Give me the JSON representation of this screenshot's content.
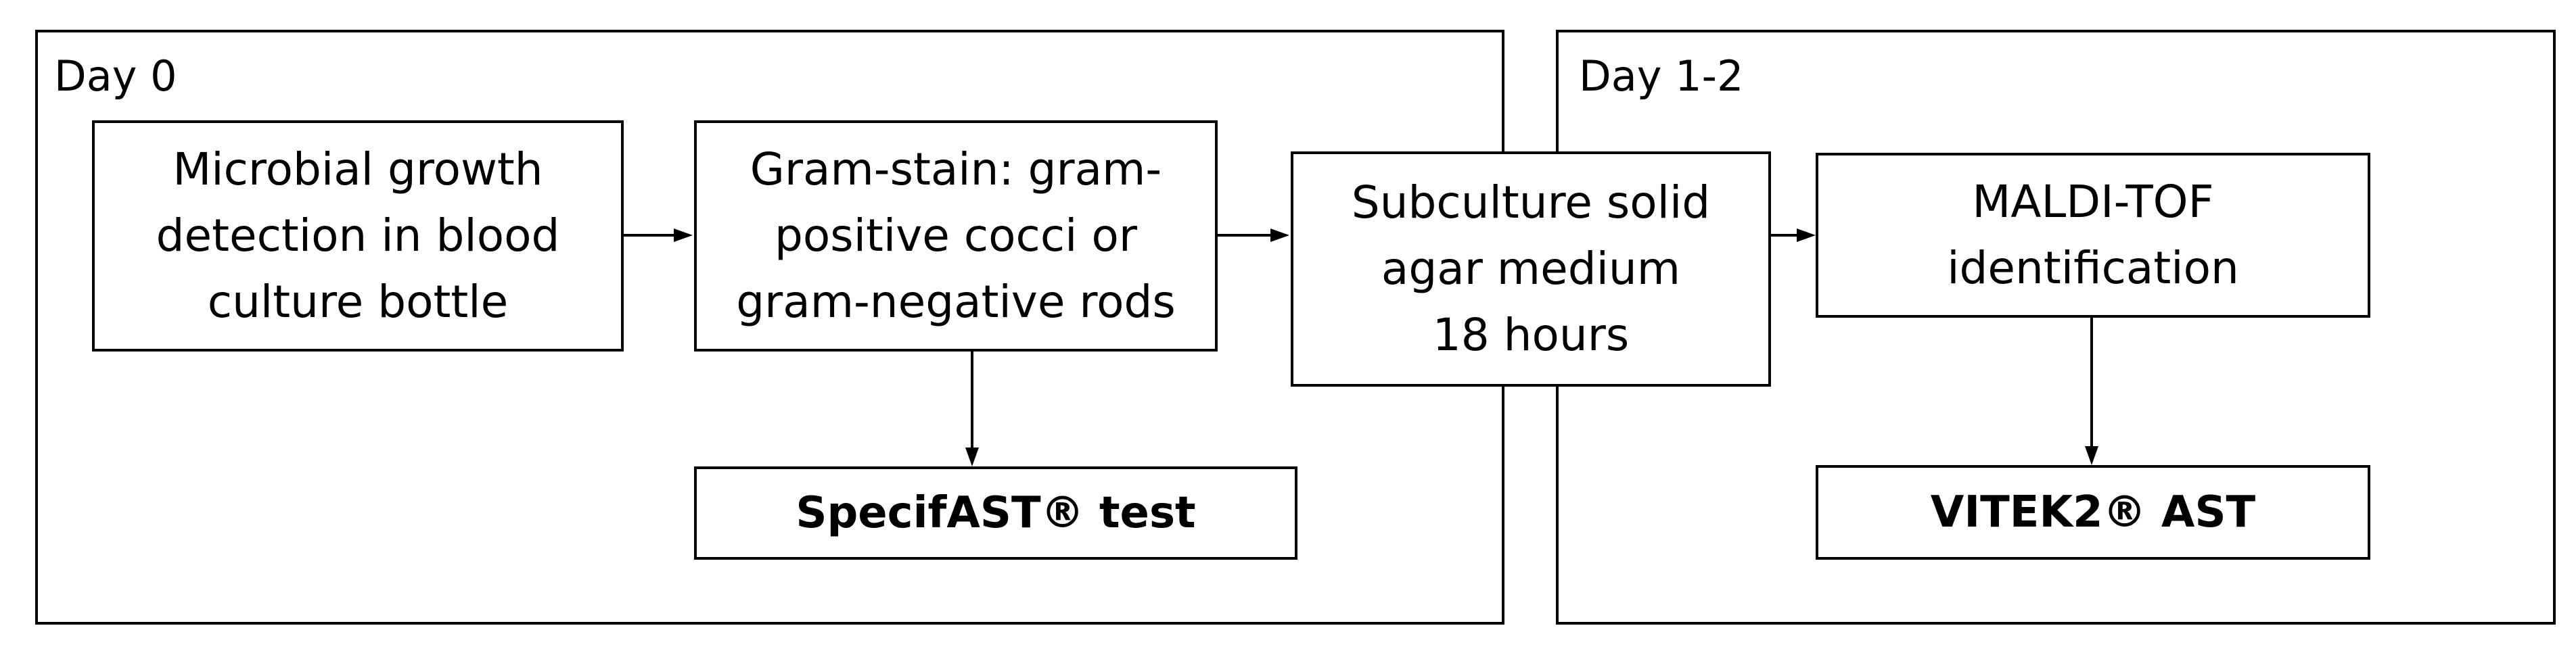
{
  "panels": {
    "day0": {
      "label": "Day 0"
    },
    "day12": {
      "label": "Day 1-2"
    }
  },
  "nodes": {
    "growth_detection": {
      "lines": [
        "Microbial growth",
        "detection in blood",
        "culture bottle"
      ]
    },
    "gram_stain": {
      "lines": [
        "Gram-stain: gram-",
        "positive cocci or",
        "gram-negative rods"
      ]
    },
    "subculture": {
      "lines": [
        "Subculture solid",
        "agar medium",
        "18 hours"
      ]
    },
    "maldi_tof": {
      "lines": [
        "MALDI-TOF",
        "identification"
      ]
    },
    "specifast": {
      "label": "SpecifAST® test"
    },
    "vitek2": {
      "label": "VITEK2® AST"
    }
  }
}
